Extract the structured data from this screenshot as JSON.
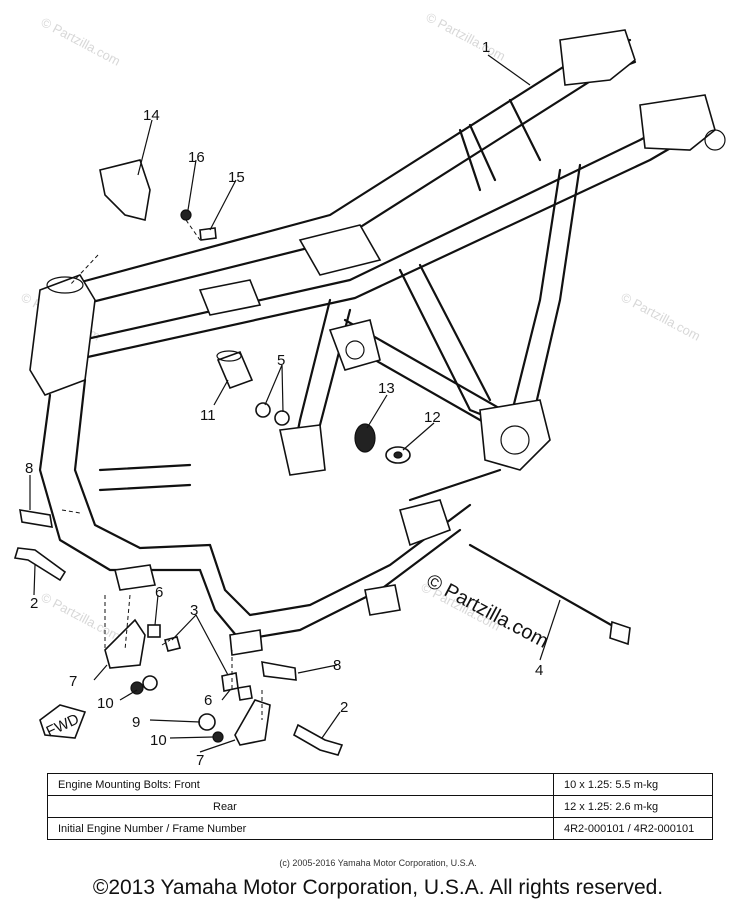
{
  "callouts": {
    "c1": "1",
    "c2a": "2",
    "c2b": "2",
    "c3": "3",
    "c4": "4",
    "c5": "5",
    "c6a": "6",
    "c6b": "6",
    "c7a": "7",
    "c7b": "7",
    "c8a": "8",
    "c8b": "8",
    "c9": "9",
    "c10a": "10",
    "c10b": "10",
    "c11": "11",
    "c12": "12",
    "c13": "13",
    "c14": "14",
    "c15": "15",
    "c16": "16"
  },
  "fwd_label": "FWD",
  "watermark": {
    "main": "© Partzilla.com",
    "faint": "© Partzilla.com"
  },
  "spec_table": {
    "rows": [
      {
        "label": "Engine Mounting Bolts: Front",
        "value": "10 x 1.25: 5.5 m-kg"
      },
      {
        "label": "Rear",
        "value": "12 x 1.25: 2.6 m-kg"
      },
      {
        "label": "Initial Engine Number / Frame Number",
        "value": "4R2-000101 / 4R2-000101"
      }
    ]
  },
  "copyright_small": "(c) 2005-2016 Yamaha Motor Corporation, U.S.A.",
  "copyright_main": "©2013 Yamaha Motor Corporation, U.S.A. All rights reserved."
}
